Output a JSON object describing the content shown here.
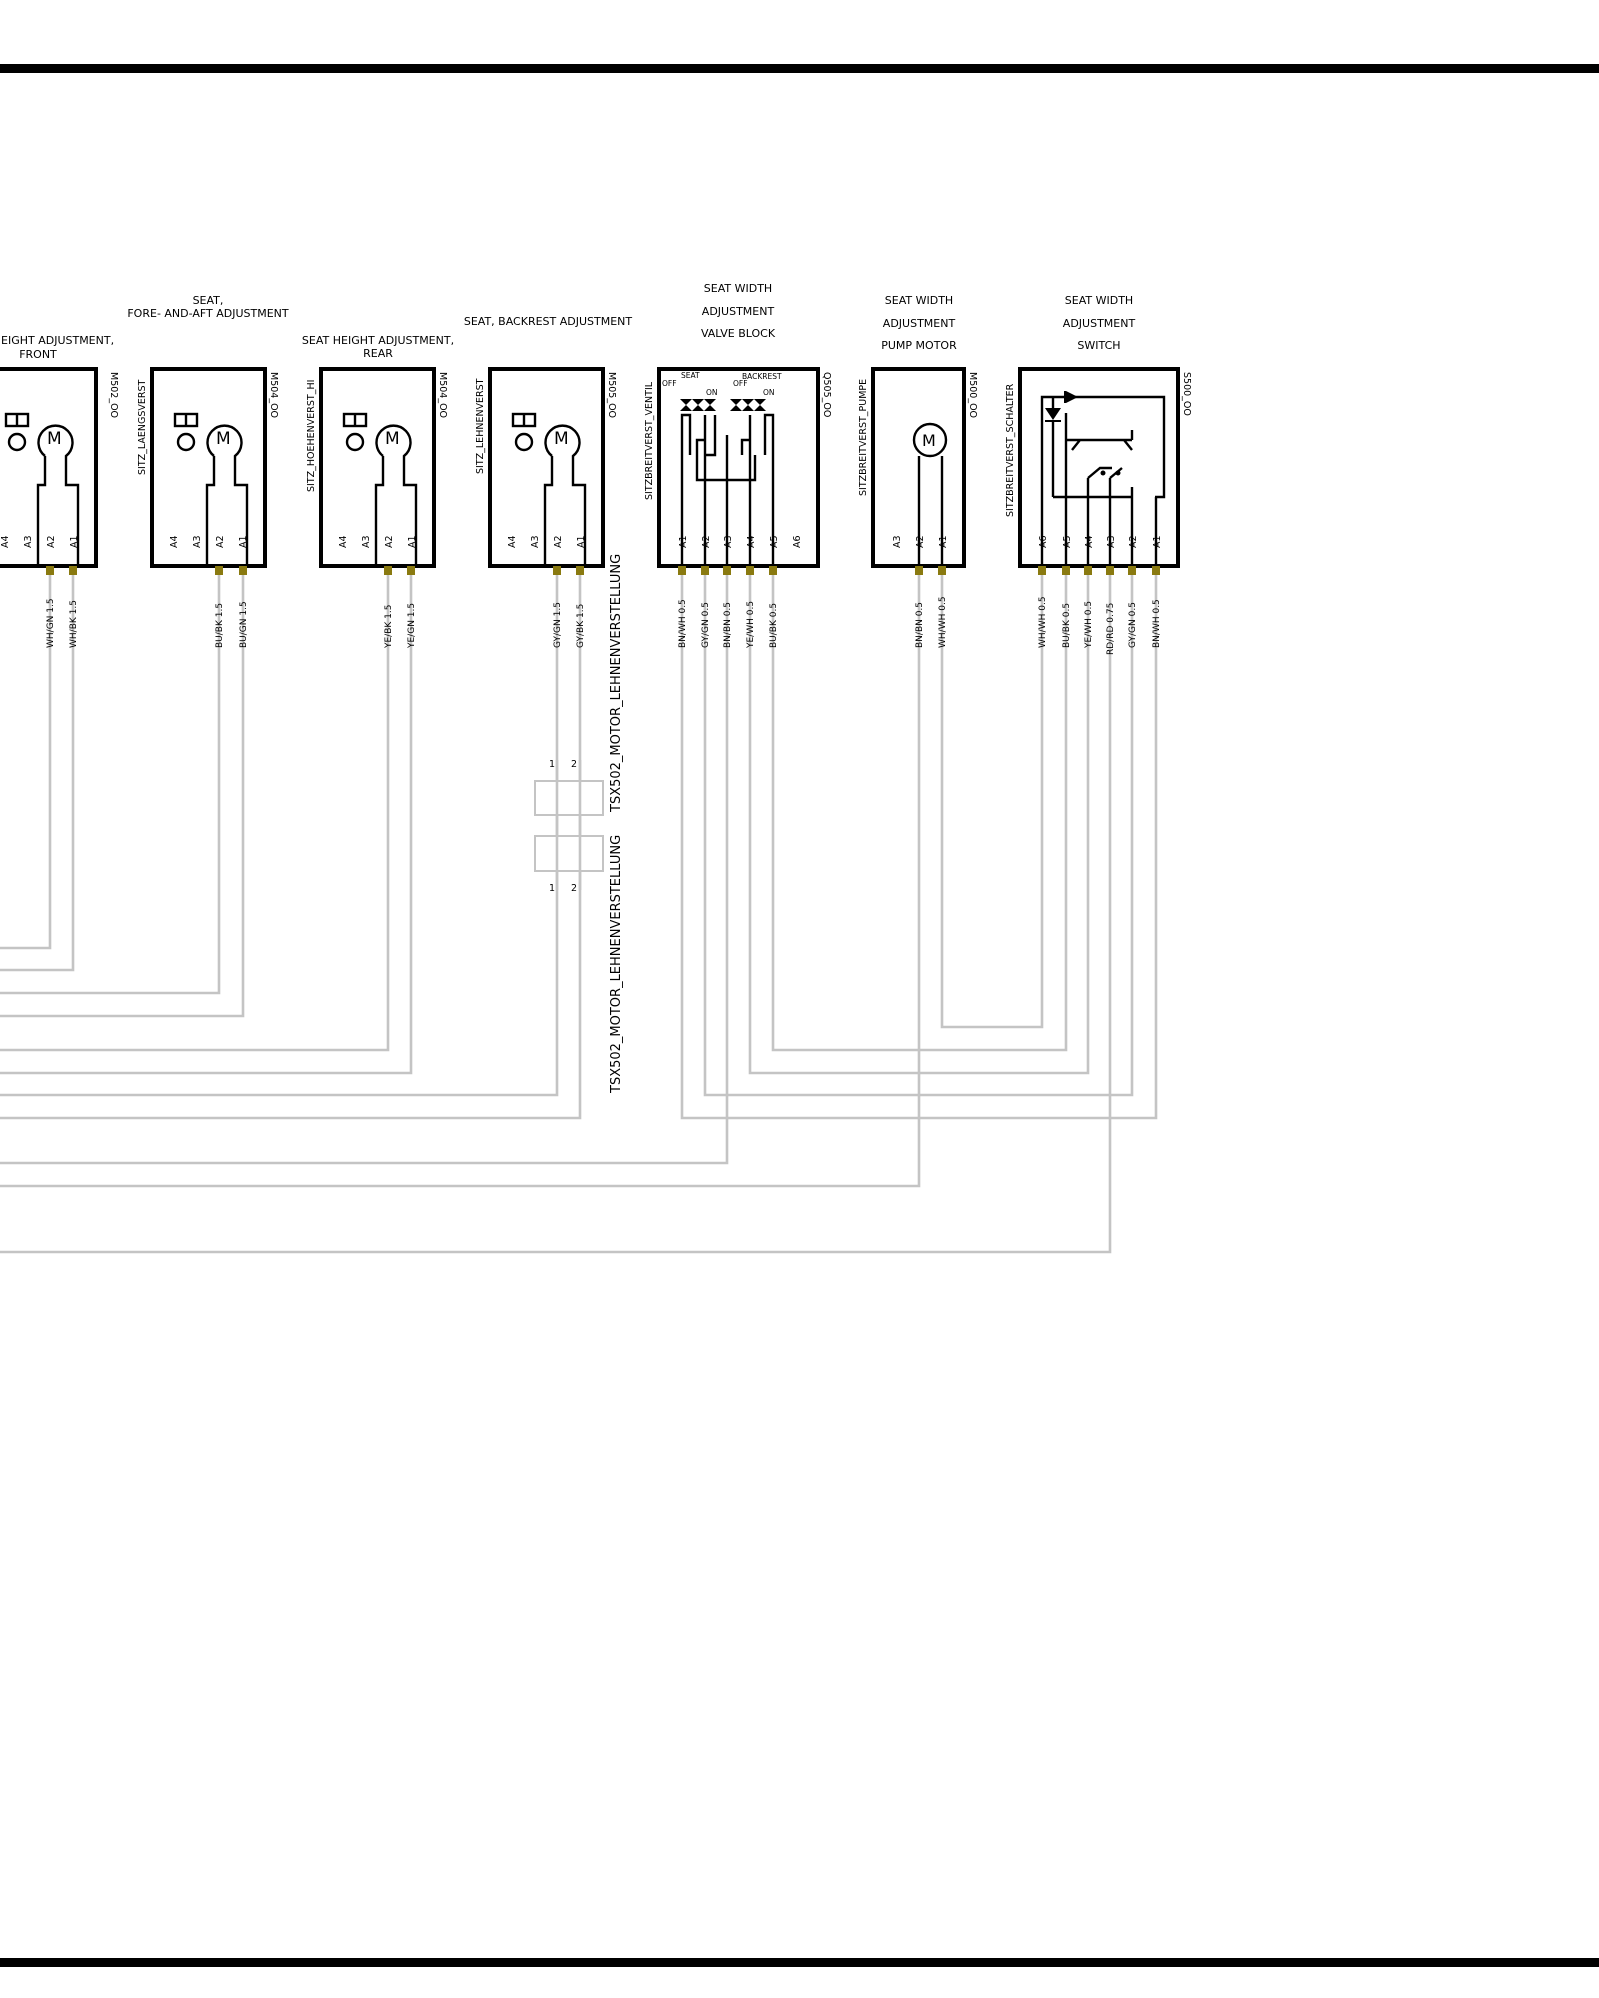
{
  "components": [
    {
      "id": "m502",
      "title_lines": [
        "SEAT HEIGHT ADJUSTMENT,",
        "FRONT"
      ],
      "name": "",
      "code": "M502_OO",
      "pins": [
        "A4",
        "A3",
        "A2",
        "A1"
      ]
    },
    {
      "id": "m504a",
      "title_lines": [
        "SEAT,",
        "FORE- AND-AFT ADJUSTMENT"
      ],
      "name": "SITZ_LAENGSVERST",
      "code": "M504_OO",
      "pins": [
        "A4",
        "A3",
        "A2",
        "A1"
      ]
    },
    {
      "id": "m504b",
      "title_lines": [
        "SEAT HEIGHT ADJUSTMENT,",
        "REAR"
      ],
      "name": "SITZ_HOEHENVERST_HI",
      "code": "M504_OO",
      "pins": [
        "A4",
        "A3",
        "A2",
        "A1"
      ]
    },
    {
      "id": "m505",
      "title_lines": [
        "SEAT, BACKREST ADJUSTMENT"
      ],
      "name": "SITZ_LEHNENVERST",
      "code": "M505_OO",
      "pins": [
        "A4",
        "A3",
        "A2",
        "A1"
      ]
    },
    {
      "id": "q505",
      "title_lines": [
        "SEAT WIDTH",
        "ADJUSTMENT",
        "VALVE BLOCK"
      ],
      "name": "SITZBREITVERST_VENTIL",
      "code": "Q505_OO",
      "pins": [
        "A1",
        "A2",
        "A3",
        "A4",
        "A5",
        "A6"
      ],
      "valve_labels": [
        "SEAT",
        "OFF",
        "ON",
        "BACKREST",
        "OFF",
        "ON"
      ]
    },
    {
      "id": "m500",
      "title_lines": [
        "SEAT WIDTH",
        "ADJUSTMENT",
        "PUMP MOTOR"
      ],
      "name": "SITZBREITVERST_PUMPE",
      "code": "M500_OO",
      "pins": [
        "A3",
        "A2",
        "A1"
      ]
    },
    {
      "id": "s500",
      "title_lines": [
        "SEAT WIDTH",
        "ADJUSTMENT",
        "SWITCH"
      ],
      "name": "SITZBREITVERST_SCHALTER",
      "code": "S500_OO",
      "pins": [
        "A6",
        "A5",
        "A4",
        "A3",
        "A2",
        "A1"
      ]
    }
  ],
  "wires": [
    "WH/GN 1.5",
    "WH/BK 1.5",
    "BU/BK 1.5",
    "BU/GN 1.5",
    "YE/BK 1.5",
    "YE/GN 1.5",
    "GY/GN 1.5",
    "GY/BK 1.5",
    "BN/WH 0.5",
    "GY/GN 0.5",
    "BN/BN 0.5",
    "YE/WH 0.5",
    "BU/BK 0.5",
    "BN/BN 0.5",
    "WH/WH 0.5",
    "WH/WH 0.5",
    "BU/BK 0.5",
    "YE/WH 0.5",
    "RD/RD 0.75",
    "GY/GN 0.5",
    "BN/WH 0.5"
  ],
  "connector": {
    "name_top": "TSX502_MOTOR_LEHNENVERSTELLUNG",
    "name_bottom": "TSX502_MOTOR_LEHNENVERSTELLUNG",
    "pins_top": [
      "1",
      "2"
    ],
    "pins_bottom": [
      "1",
      "2"
    ]
  },
  "motor_symbol": "M",
  "colors": {
    "wire": "#c4c4c4",
    "terminal": "#8a7a10",
    "border": "#000000"
  }
}
